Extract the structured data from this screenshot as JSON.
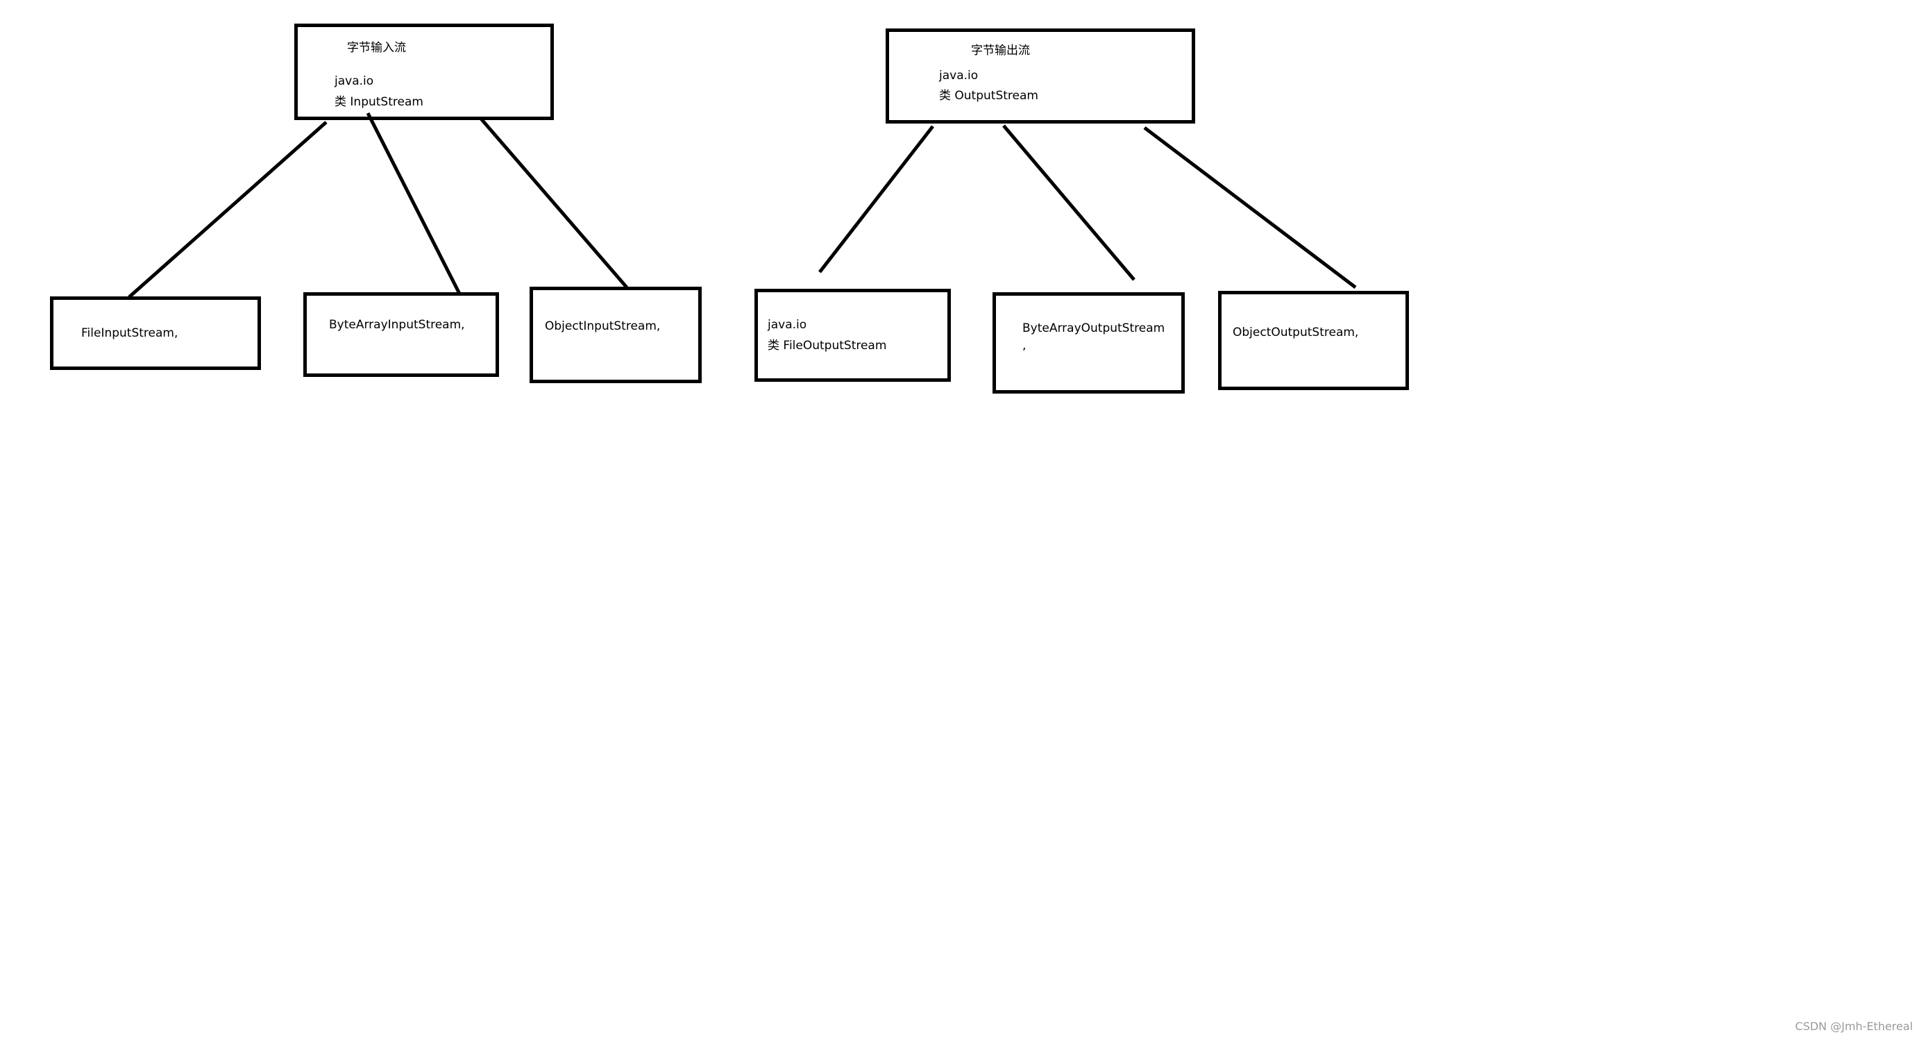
{
  "input_group": {
    "root": {
      "title": "字节输入流",
      "package": "java.io",
      "class_label": "类 InputStream"
    },
    "children": [
      {
        "label": "FileInputStream,"
      },
      {
        "label": "ByteArrayInputStream,"
      },
      {
        "label": "ObjectInputStream,"
      }
    ]
  },
  "output_group": {
    "root": {
      "title": "字节输出流",
      "package": "java.io",
      "class_label": "类 OutputStream"
    },
    "children": [
      {
        "label_line1": "java.io",
        "label_line2": "类 FileOutputStream"
      },
      {
        "label_line1": "ByteArrayOutputStream",
        "label_line2": ","
      },
      {
        "label": "ObjectOutputStream,"
      }
    ]
  },
  "watermark": "CSDN @Jmh-Ethereal",
  "colors": {
    "stroke": "#000000",
    "background": "#ffffff",
    "watermark": "#9a9a9a"
  }
}
